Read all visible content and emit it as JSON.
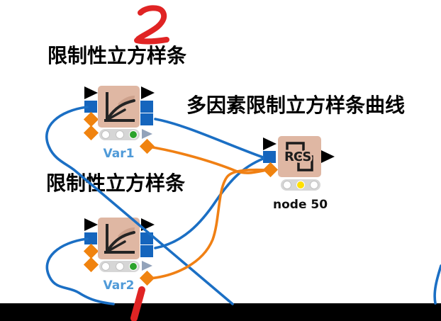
{
  "titles": {
    "var1_title": "限制性立方样条",
    "var2_title": "限制性立方样条",
    "rcs_title": "多因素限制立方样条曲线"
  },
  "nodes": {
    "var1": {
      "label": "Var1",
      "icon": "spline-curve-icon",
      "status_lights": [
        "off",
        "off",
        "green"
      ],
      "ports": {
        "left": [
          "flow-triangle-black",
          "data-square-blue",
          "model-diamond-orange",
          "model-diamond-orange"
        ],
        "right": [
          "flow-triangle-black",
          "data-square-blue",
          "data-square-blue",
          "flow-triangle-gray",
          "model-diamond-orange"
        ]
      }
    },
    "var2": {
      "label": "Var2",
      "icon": "spline-curve-icon",
      "status_lights": [
        "off",
        "off",
        "green"
      ],
      "ports": {
        "left": [
          "flow-triangle-black",
          "data-square-blue",
          "model-diamond-orange",
          "model-diamond-orange"
        ],
        "right": [
          "flow-triangle-black",
          "data-square-blue",
          "data-square-blue",
          "flow-triangle-gray",
          "model-diamond-orange"
        ]
      }
    },
    "rcs": {
      "label": "node 50",
      "icon_text": "RCS",
      "status_lights": [
        "off",
        "yellow",
        "off"
      ],
      "ports": {
        "left": [
          "flow-triangle-black",
          "data-square-blue",
          "model-diamond-orange"
        ],
        "right": [
          "flow-triangle-black"
        ]
      }
    }
  },
  "edges": [
    {
      "id": "edge-offscreen-to-var1-input",
      "color": "blue",
      "from": "offscreen-bottom",
      "to": "var1.data-input"
    },
    {
      "id": "edge-var1-to-rcs-data",
      "color": "blue",
      "from": "var1.data-output",
      "to": "rcs.data-input"
    },
    {
      "id": "edge-var2-to-rcs-data",
      "color": "blue",
      "from": "var2.data-output",
      "to": "rcs.data-input"
    },
    {
      "id": "edge-offscreen-to-var2-input",
      "color": "blue",
      "from": "offscreen-bottom",
      "to": "var2.data-input"
    },
    {
      "id": "edge-offscreen-right",
      "color": "blue",
      "from": "offscreen-right",
      "to": "offscreen-bottom"
    },
    {
      "id": "edge-var1-to-rcs-model",
      "color": "orange",
      "from": "var1.model-output",
      "to": "rcs.model-input"
    },
    {
      "id": "edge-var2-to-rcs-model",
      "color": "orange",
      "from": "var2.model-output",
      "to": "rcs.model-input"
    }
  ],
  "annotations": {
    "handwritten_number": "2",
    "handwritten_stroke": "vertical red mark at bottom",
    "annotation_color": "#e02424"
  },
  "colors": {
    "node_body": "#dfb7a3",
    "port_blue": "#1565bd",
    "port_orange": "#f0830f",
    "wire_blue": "#1b6fc4",
    "wire_orange": "#f08014",
    "status_green": "#2ca32c",
    "status_yellow": "#ffdf00",
    "node_label_blue": "#4f9ad8",
    "bottom_bar": "#000000"
  }
}
